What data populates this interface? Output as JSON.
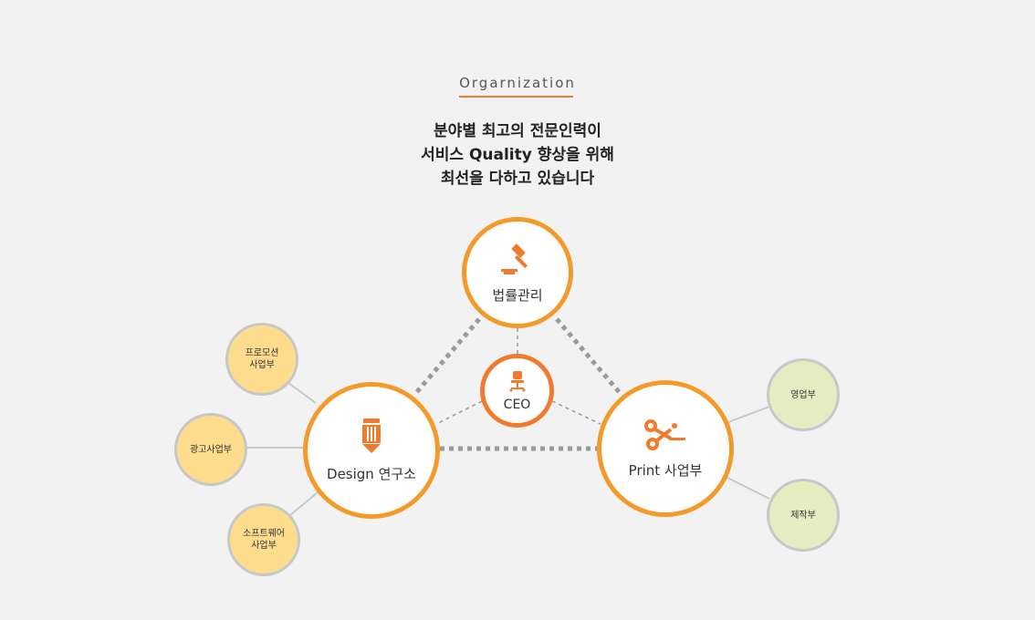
{
  "section_label": "Orgarnization",
  "headline": [
    "분야별 최고의 전문인력이",
    "서비스 Quality 향상을 위해",
    "최선을 다하고 있습니다"
  ],
  "colors": {
    "orange": "#f39a2b",
    "orange_dark": "#f07a2e",
    "yellow": "#fddc8e",
    "green": "#e6ecc1",
    "connector": "#c7c7c7",
    "dotted": "#9a9a9a"
  },
  "nodes": {
    "legal": {
      "label": "법률관리",
      "icon": "gavel-icon"
    },
    "ceo": {
      "label": "CEO",
      "icon": "office-chair-icon"
    },
    "design": {
      "label": "Design 연구소",
      "icon": "pencil-icon"
    },
    "print": {
      "label": "Print 사업부",
      "icon": "scissors-icon"
    }
  },
  "sub_nodes": {
    "promotion": "프로모션\n사업부",
    "advertising": "광고사업부",
    "software": "소프트웨어\n사업부",
    "sales": "영업부",
    "production": "제작부"
  }
}
